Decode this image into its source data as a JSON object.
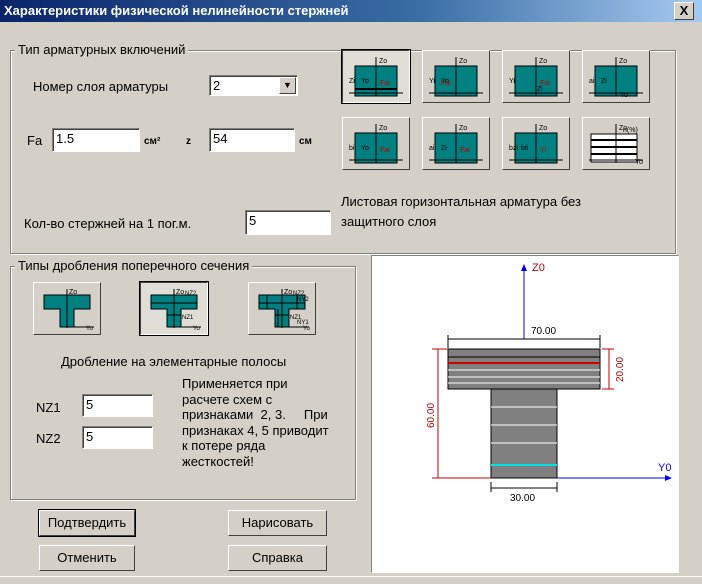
{
  "window": {
    "title": "Характеристики физической нелинейности стержней",
    "close_symbol": "X"
  },
  "reinforcement": {
    "group_title": "Тип арматурных включений",
    "layer_label": "Номер слоя арматуры",
    "layer_value": "2",
    "fa_label": "Fa",
    "fa_value": "1.5",
    "fa_unit": "см²",
    "z_label": "z",
    "z_value": "54",
    "z_unit": "см",
    "count_label": "Кол-во стержней на 1 пог.м.",
    "count_value": "5",
    "description_line1": "Листовая горизонтальная арматура без",
    "description_line2": "защитного слоя",
    "type_buttons": [
      {
        "icon": "section-fai-icon",
        "l1": "Zo",
        "l2": "Zi",
        "l3": "Yo",
        "l4": "Fai"
      },
      {
        "icon": "section-yi-fai-icon",
        "l1": "Zo",
        "l2": "Yi",
        "l3": "Yo",
        "l4": "Fai"
      },
      {
        "icon": "section-yi-zi-icon",
        "l1": "Zo",
        "l2": "Yi",
        "l3": "Zi",
        "l4": "Fai"
      },
      {
        "icon": "section-sheet-icon",
        "l1": "Zo",
        "l2": "ai",
        "l3": "Zi",
        "l4": "Yo"
      },
      {
        "icon": "section-bi-icon",
        "l1": "Zo",
        "l2": "bi",
        "l3": "Yo",
        "l4": "Fai"
      },
      {
        "icon": "section-ai-bi-icon",
        "l1": "Zo",
        "l2": "ai",
        "l3": "Zi",
        "l4": "Fai"
      },
      {
        "icon": "section-bzi-bti-icon",
        "l1": "Zo",
        "l2": "bzi",
        "l3": "bti",
        "l4": "Yi"
      },
      {
        "icon": "section-n-percent-icon",
        "l1": "Zo",
        "l2": "n(%)",
        "l3": "",
        "l4": "Yo"
      }
    ]
  },
  "splitting": {
    "group_title": "Типы дробления поперечного сечения",
    "types": [
      {
        "icon": "tee-no-split-icon",
        "l1": "Zo",
        "l2": "Yo",
        "l3": "",
        "l4": ""
      },
      {
        "icon": "tee-nz-split-icon",
        "l1": "Zo",
        "l2": "NZ2",
        "l3": "NZ1",
        "l4": "Yo"
      },
      {
        "icon": "tee-nz-ny-split-icon",
        "l1": "Zo",
        "l2": "NZ2",
        "l3": "NY2",
        "l4": "NZ1",
        "l5": "NY1",
        "l6": "Yo"
      }
    ],
    "strips_label": "Дробление на элементарные полосы",
    "nz1_label": "NZ1",
    "nz1_value": "5",
    "nz2_label": "NZ2",
    "nz2_value": "5",
    "note": [
      "Применяется при",
      "расчете схем с",
      "признаками  2, 3.     При",
      "признаках 4, 5 приводит",
      "к потере ряда",
      "жесткостей!"
    ]
  },
  "buttons": {
    "confirm": "Подтвердить",
    "draw": "Нарисовать",
    "cancel": "Отменить",
    "help": "Справка"
  },
  "preview": {
    "z_axis": "Z0",
    "y_axis": "Y0",
    "flange_width": "70.00",
    "flange_height": "20.00",
    "total_height": "60.00",
    "web_width": "30.00",
    "colors": {
      "section_fill": "#808080",
      "reinforcement_red": "#d00000",
      "reinforcement_cyan": "#00e0e0",
      "axis": "#0000ff",
      "dim": "#c00000"
    }
  }
}
